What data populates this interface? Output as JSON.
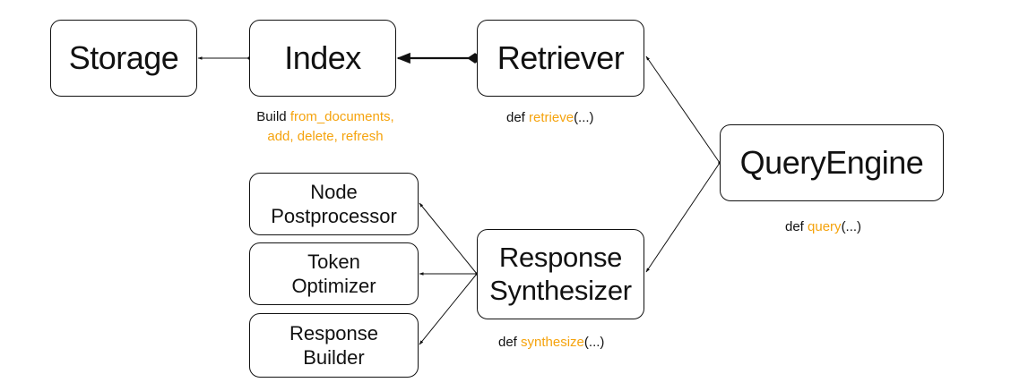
{
  "nodes": {
    "storage": {
      "label_lines": [
        "Storage"
      ]
    },
    "index": {
      "label_lines": [
        "Index"
      ]
    },
    "retriever": {
      "label_lines": [
        "Retriever"
      ]
    },
    "query_engine": {
      "label_lines": [
        "QueryEngine"
      ]
    },
    "response_synthesizer": {
      "label_lines": [
        "Response",
        "Synthesizer"
      ]
    },
    "node_postprocessor": {
      "label_lines": [
        "Node",
        "Postprocessor"
      ]
    },
    "token_optimizer": {
      "label_lines": [
        "Token",
        "Optimizer"
      ]
    },
    "response_builder": {
      "label_lines": [
        "Response",
        "Builder"
      ]
    }
  },
  "captions": {
    "index": {
      "prefix": "Build ",
      "line1_highlight": "from_documents,",
      "line2_highlight": "add, delete, refresh"
    },
    "retriever": {
      "prefix": "def ",
      "highlight": "retrieve",
      "suffix": "(...)"
    },
    "query_engine": {
      "prefix": "def ",
      "highlight": "query",
      "suffix": "(...)"
    },
    "response_synthesizer": {
      "prefix": "def ",
      "highlight": "synthesize",
      "suffix": "(...)"
    }
  },
  "colors": {
    "highlight": "#f5a30d",
    "stroke": "#111111"
  },
  "edges": [
    {
      "from": "index",
      "to": "storage"
    },
    {
      "from": "retriever",
      "to": "index",
      "bidirectional": true
    },
    {
      "from": "query_engine",
      "to": "retriever"
    },
    {
      "from": "query_engine",
      "to": "response_synthesizer"
    },
    {
      "from": "response_synthesizer",
      "to": "node_postprocessor"
    },
    {
      "from": "response_synthesizer",
      "to": "token_optimizer"
    },
    {
      "from": "response_synthesizer",
      "to": "response_builder"
    }
  ]
}
